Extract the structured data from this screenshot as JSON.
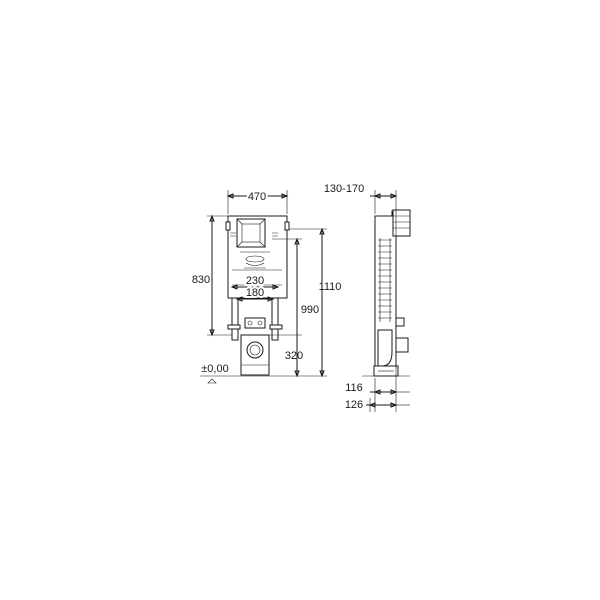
{
  "dimensions": {
    "width_470": "470",
    "height_830": "830",
    "spacing_230": "230",
    "spacing_180": "180",
    "height_990": "990",
    "height_1110": "1110",
    "height_320": "320",
    "floor_level": "±0,00",
    "depth_130_170": "130-170",
    "depth_116": "116",
    "depth_126": "126"
  },
  "colors": {
    "line": "#1a1a1a",
    "background": "#ffffff"
  }
}
